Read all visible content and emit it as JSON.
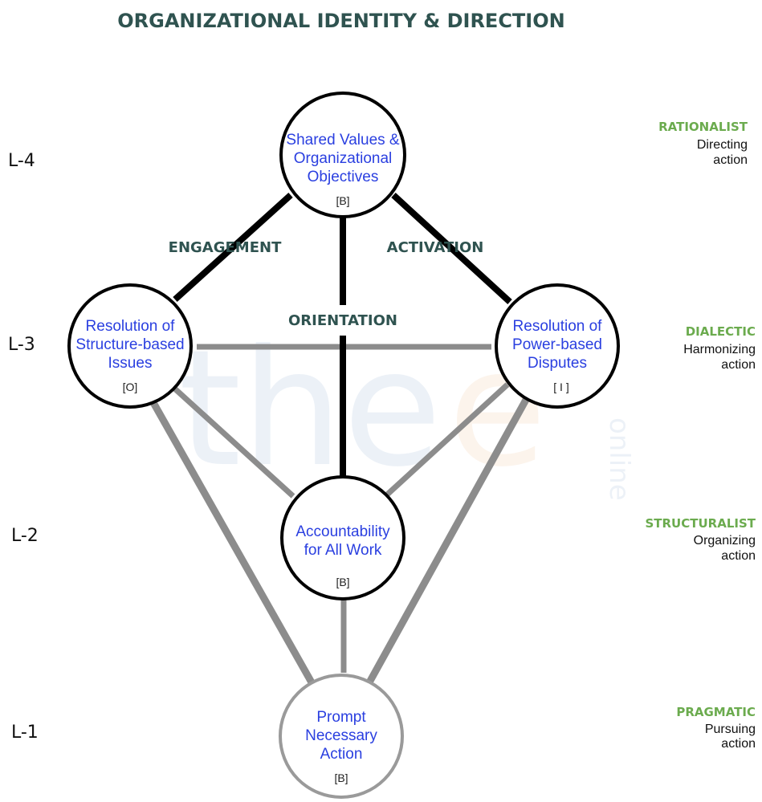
{
  "title": "ORGANIZATIONAL IDENTITY & DIRECTION",
  "colors": {
    "title": "#2f5350",
    "node_text": "#2a3fe0",
    "side_heading": "#6bab4e",
    "strong_line": "#000000",
    "weak_line": "#8c8c8c",
    "muted_circle": "#9a9a9a"
  },
  "levels": [
    "L-4",
    "L-3",
    "L-2",
    "L-1"
  ],
  "nodes": {
    "top": {
      "lines": [
        "Shared Values &",
        "Organizational",
        "Objectives"
      ],
      "code": "[B]"
    },
    "left": {
      "lines": [
        "Resolution of",
        "Structure-based",
        "Issues"
      ],
      "code": "[O]"
    },
    "right": {
      "lines": [
        "Resolution of",
        "Power-based",
        "Disputes"
      ],
      "code": "[ I ]"
    },
    "center": {
      "lines": [
        "Accountability",
        "for All Work"
      ],
      "code": "[B]"
    },
    "bottom": {
      "lines": [
        "Prompt",
        "Necessary",
        "Action"
      ],
      "code": "[B]"
    }
  },
  "relations": {
    "engagement": "ENGAGEMENT",
    "activation": "ACTIVATION",
    "orientation": "ORIENTATION"
  },
  "side": [
    {
      "title": "RATIONALIST",
      "desc": [
        "Directing",
        "action"
      ]
    },
    {
      "title": "DIALECTIC",
      "desc": [
        "Harmonizing",
        "action"
      ]
    },
    {
      "title": "STRUCTURALIST",
      "desc": [
        "Organizing",
        "action"
      ]
    },
    {
      "title": "PRAGMATIC",
      "desc": [
        "Pursuing",
        "action"
      ]
    }
  ],
  "watermark": {
    "word": "the",
    "letter": "e",
    "sub": "online"
  }
}
